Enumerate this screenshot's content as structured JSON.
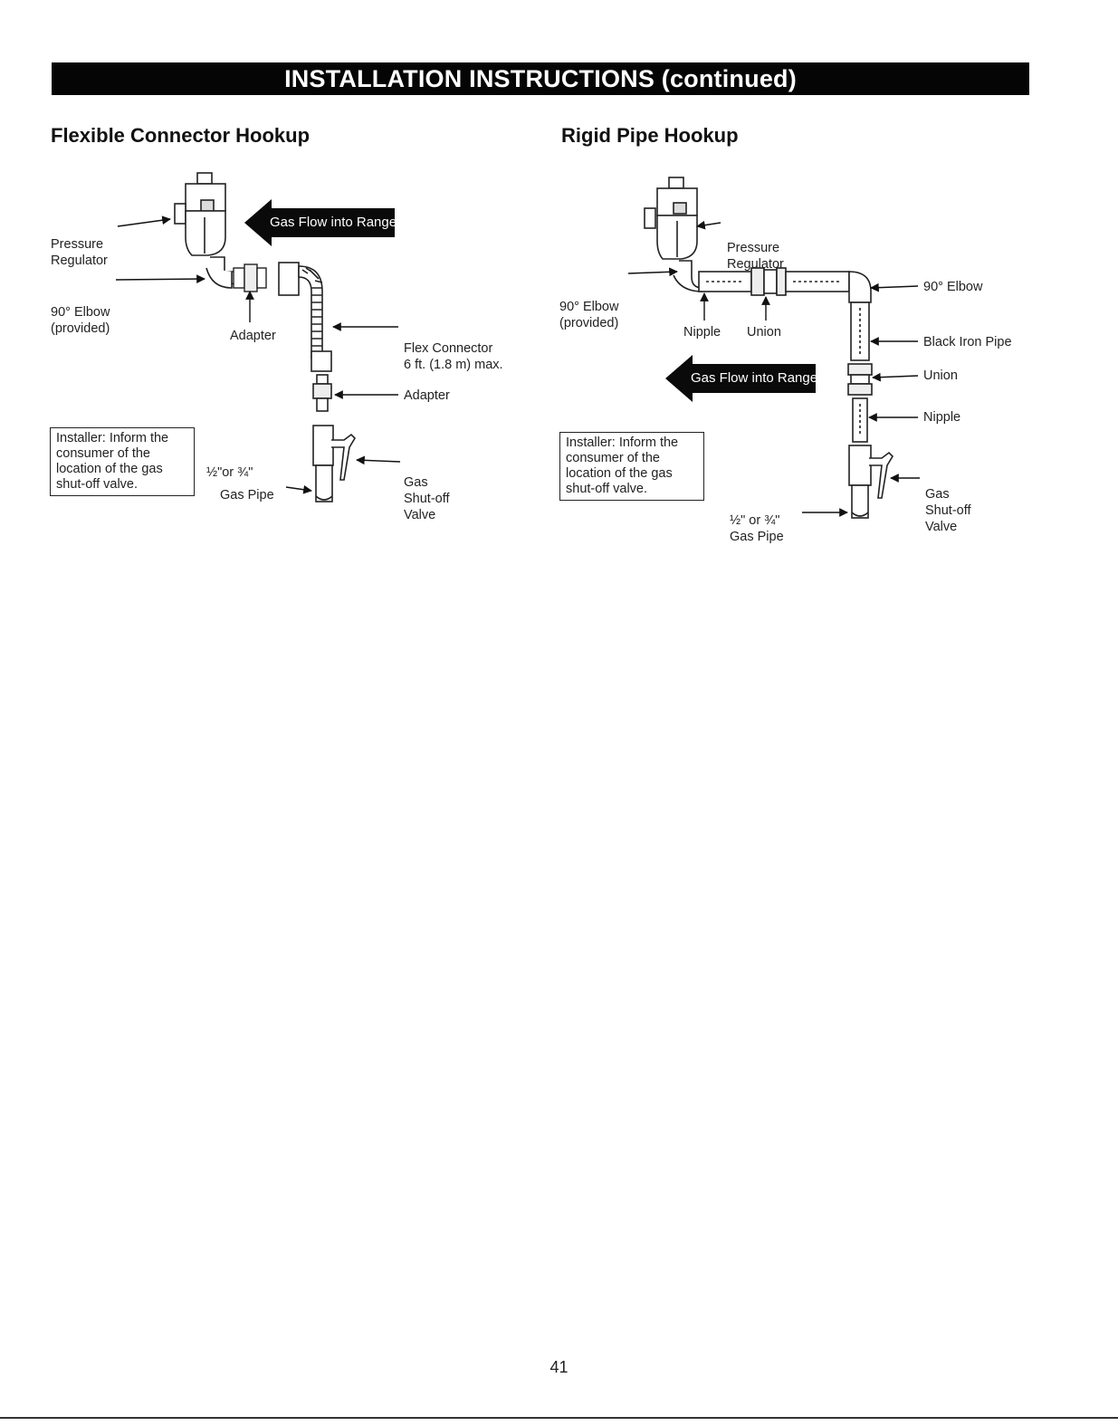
{
  "banner": "INSTALLATION INSTRUCTIONS (continued)",
  "page_number": "41",
  "flexible": {
    "title": "Flexible Connector Hookup",
    "pressure_regulator": [
      "Pressure",
      "Regulator"
    ],
    "elbow": [
      "90° Elbow",
      "(provided)"
    ],
    "flow_label": "Gas Flow into Range",
    "adapter_top": "Adapter",
    "flex_connector": [
      "Flex Connector",
      "6 ft. (1.8 m) max."
    ],
    "adapter_side": "Adapter",
    "shutoff": [
      "Gas",
      "Shut-off",
      "Valve"
    ],
    "gas_pipe": [
      "½\"or ¾\"",
      "Gas Pipe"
    ],
    "note": [
      "Installer: Inform the",
      "consumer of the",
      "location of the gas",
      "shut-off valve."
    ]
  },
  "rigid": {
    "title": "Rigid Pipe Hookup",
    "pressure_regulator": [
      "Pressure",
      "Regulator"
    ],
    "elbow": [
      "90° Elbow",
      "(provided)"
    ],
    "nipple_bottom": "Nipple",
    "union_bottom": "Union",
    "flow_label": "Gas Flow into Range",
    "elbow_right": "90° Elbow",
    "black_iron": "Black Iron Pipe",
    "union_right": "Union",
    "nipple_right": "Nipple",
    "shutoff": [
      "Gas",
      "Shut-off",
      "Valve"
    ],
    "gas_pipe": [
      "½\" or ¾\"",
      "Gas Pipe"
    ],
    "note": [
      "Installer: Inform the",
      "consumer of the",
      "location of the gas",
      "shut-off valve."
    ]
  }
}
